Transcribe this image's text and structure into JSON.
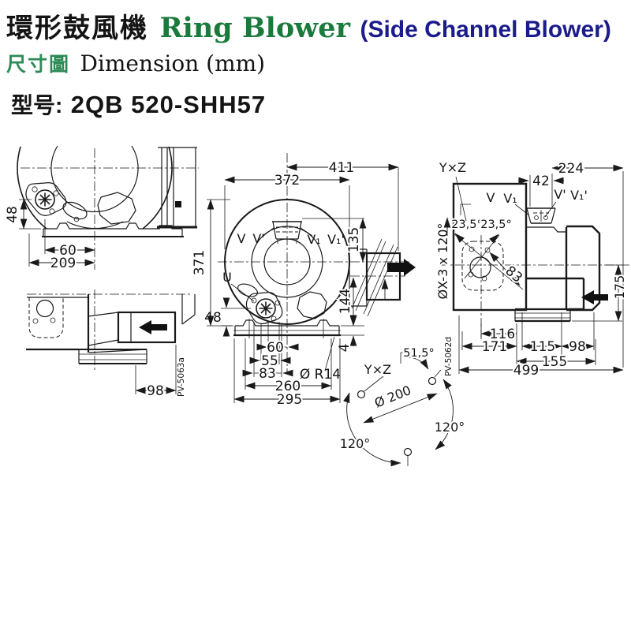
{
  "header": {
    "title_cjk": "環形鼓風機",
    "title_en": "Ring Blower",
    "title_sub": "(Side Channel Blower)",
    "subtitle_cjk": "尺寸圖",
    "subtitle_en": "Dimension (mm)",
    "model_label": "型号:",
    "model_value": "2QB 520-SHH57",
    "colors": {
      "title_en_green": "#1a7a3c",
      "title_sub_navy": "#1b1b8c",
      "subtitle_green": "#2e8b57",
      "line_black": "#1a1a1a"
    }
  },
  "left_top_view": {
    "d48": "48",
    "d60": "60",
    "d209": "209"
  },
  "left_bottom_view": {
    "d98": "98",
    "doc_no": "PV-5063a"
  },
  "front_view": {
    "d411": "411",
    "d372": "372",
    "d371": "371",
    "d135": "135",
    "d144": "144",
    "d48": "48",
    "d4": "4",
    "d60": "60",
    "d55": "55",
    "d83": "83",
    "d260": "260",
    "d295": "295",
    "r14": "Ø R14",
    "lv": "V",
    "lvp": "V'",
    "lv1": "V₁",
    "lv1p": "V₁'",
    "lu": "U"
  },
  "side_view": {
    "d224": "224",
    "d42": "42",
    "d23a": "23,5°",
    "d23b": "23,5°",
    "dx": "ØX-3 x 120°",
    "d83": "83",
    "d175": "175",
    "d116": "116",
    "d171": "171",
    "d115": "115",
    "d98": "98",
    "d155": "155",
    "d499": "499",
    "doc_no": "PV-5062d",
    "lv": "V",
    "lv1": "V₁",
    "lvp": "V'",
    "lv1p": "V₁'",
    "lyz": "Y×Z"
  },
  "bolt_circle": {
    "dia": "Ø 200",
    "a515": "51,5°",
    "a120a": "120°",
    "a120b": "120°",
    "lyz": "Y×Z"
  }
}
